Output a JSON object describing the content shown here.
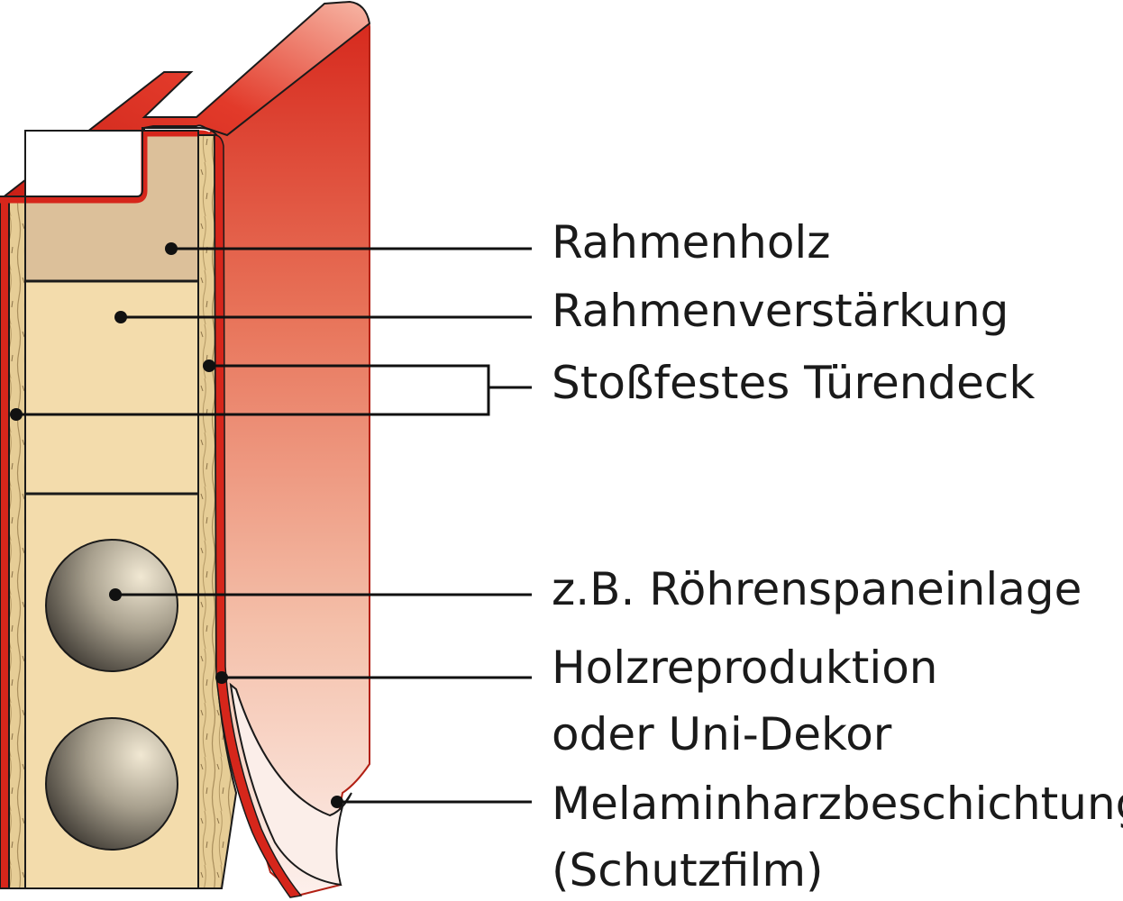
{
  "labels": {
    "rahmenholz": "Rahmenholz",
    "rahmenverstaerkung": "Rahmenverstärkung",
    "tuerendeck": "Stoßfestes Türendeck",
    "roehrenspan": "z.B. Röhrenspaneinlage",
    "holzreproduktion_line1": "Holzreproduktion",
    "holzreproduktion_line2": "oder Uni-Dekor",
    "melamin_line1": "Melaminharzbeschichtung",
    "melamin_line2": "(Schutzfilm)"
  },
  "colors": {
    "coating_red": "#d8261c",
    "coating_light": "#fbe9e4",
    "frame_wood": "#dcc09a",
    "core_wood": "#f3dcac",
    "deck_board": "#e8cf98",
    "tube_dark": "#3e3a34",
    "tube_light": "#ece3cf",
    "outline": "#1a1a1a"
  }
}
